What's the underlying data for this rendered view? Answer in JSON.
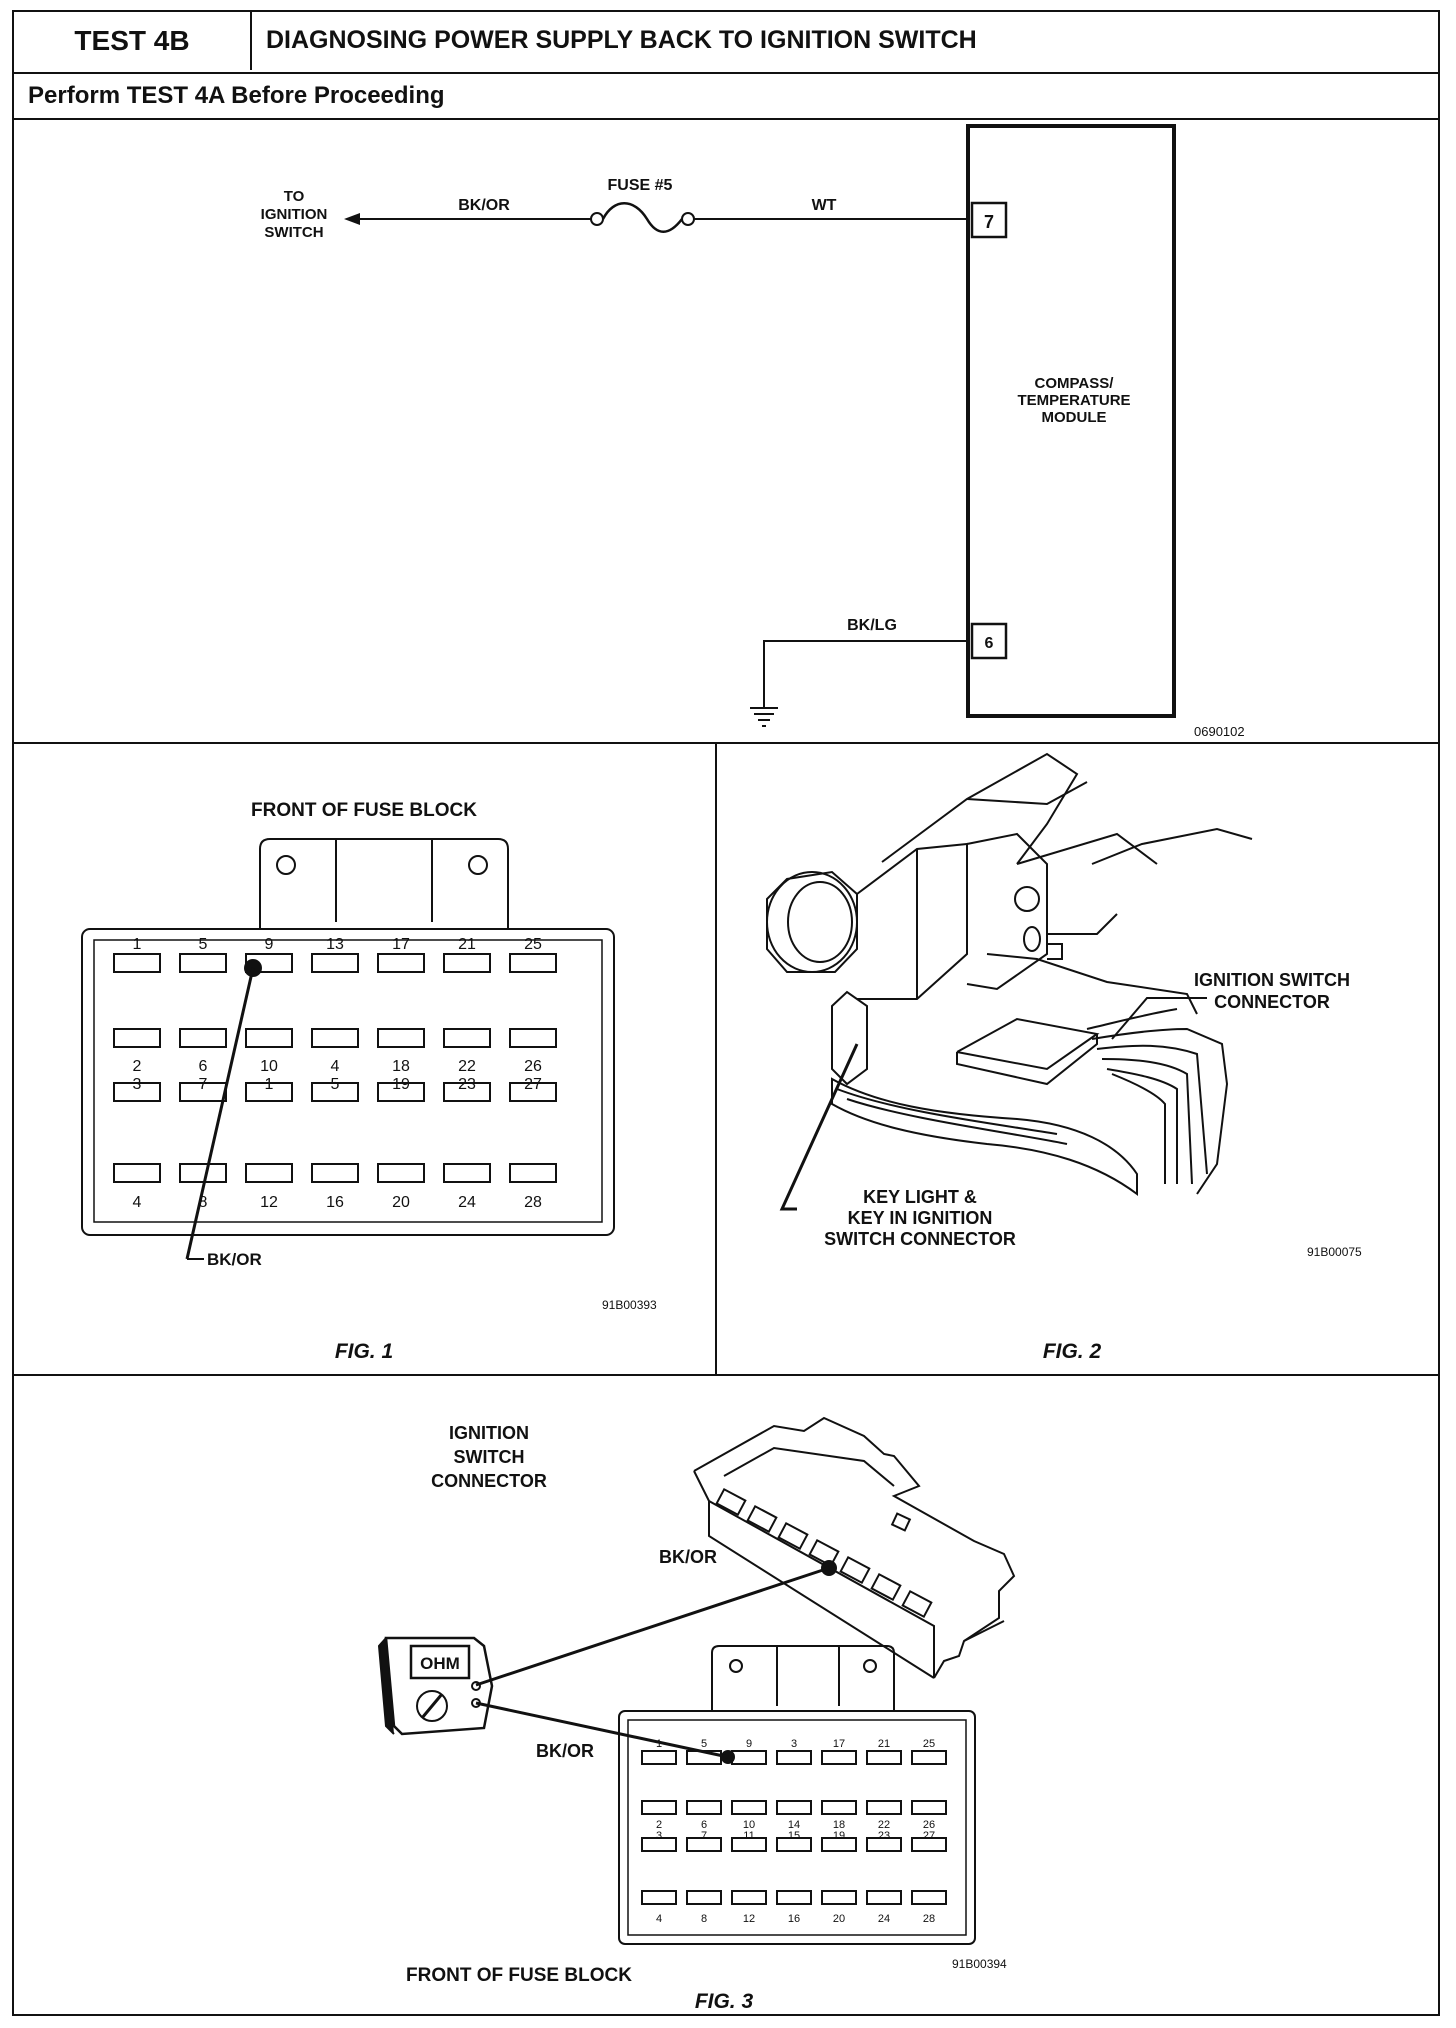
{
  "header": {
    "test_id": "TEST 4B",
    "title": "DIAGNOSING POWER SUPPLY BACK TO IGNITION SWITCH"
  },
  "subheader": "Perform TEST 4A Before Proceeding",
  "schematic": {
    "to_switch": [
      "TO",
      "IGNITION",
      "SWITCH"
    ],
    "wire_left": "BK/OR",
    "fuse": "FUSE #5",
    "wire_right": "WT",
    "pin_top": "7",
    "module": [
      "COMPASS/",
      "TEMPERATURE",
      "MODULE"
    ],
    "wire_ground": "BK/LG",
    "pin_bottom": "6",
    "code": "0690102"
  },
  "fig1": {
    "title": "FRONT OF FUSE BLOCK",
    "row1": [
      "1",
      "5",
      "9",
      "13",
      "17",
      "21",
      "25"
    ],
    "row2": [
      "2",
      "6",
      "10",
      "4",
      "18",
      "22",
      "26"
    ],
    "row3": [
      "3",
      "7",
      "1",
      "5",
      "19",
      "23",
      "27"
    ],
    "row4": [
      "4",
      "8",
      "12",
      "16",
      "20",
      "24",
      "28"
    ],
    "wire": "BK/OR",
    "code": "91B00393",
    "caption": "FIG. 1"
  },
  "fig2": {
    "label_connector": [
      "IGNITION SWITCH",
      "CONNECTOR"
    ],
    "label_key": [
      "KEY LIGHT &",
      "KEY IN IGNITION",
      "SWITCH CONNECTOR"
    ],
    "code": "91B00075",
    "caption": "FIG. 2"
  },
  "fig3": {
    "label_connector": [
      "IGNITION",
      "SWITCH",
      "CONNECTOR"
    ],
    "wire_upper": "BK/OR",
    "wire_lower": "BK/OR",
    "meter": "OHM",
    "row1": [
      "1",
      "5",
      "9",
      "3",
      "17",
      "21",
      "25"
    ],
    "row2": [
      "2",
      "6",
      "10",
      "14",
      "18",
      "22",
      "26"
    ],
    "row3": [
      "3",
      "7",
      "11",
      "15",
      "19",
      "23",
      "27"
    ],
    "row4": [
      "4",
      "8",
      "12",
      "16",
      "20",
      "24",
      "28"
    ],
    "title": "FRONT OF FUSE BLOCK",
    "code": "91B00394",
    "caption": "FIG. 3"
  }
}
